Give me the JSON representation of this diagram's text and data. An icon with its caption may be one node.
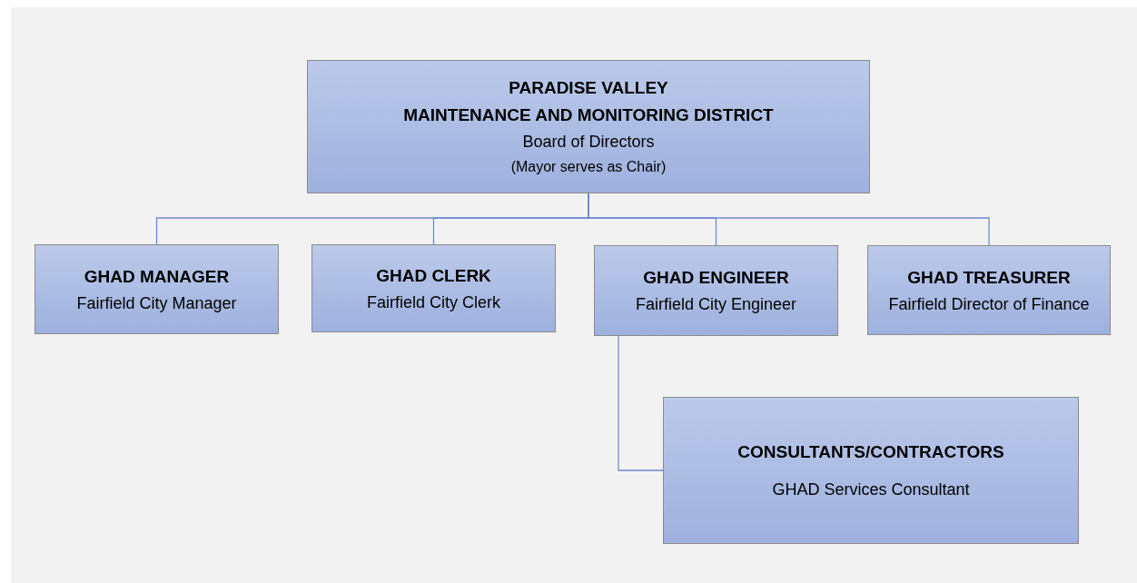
{
  "diagram": {
    "nodes": [
      {
        "text": [
          "PARADISE VALLEY",
          "MAINTENANCE AND MONITORING DISTRICT",
          "Board of Directors",
          "(Mayor serves as Chair)"
        ]
      },
      {
        "text": [
          "GHAD MANAGER",
          "Fairfield City Manager"
        ]
      },
      {
        "text": [
          "GHAD CLERK",
          "Fairfield City Clerk"
        ]
      },
      {
        "text": [
          "GHAD ENGINEER",
          "Fairfield City Engineer"
        ]
      },
      {
        "text": [
          "GHAD TREASURER",
          "Fairfield Director of Finance"
        ]
      },
      {
        "text": [
          "CONSULTANTS/CONTRACTORS",
          "GHAD Services Consultant"
        ]
      }
    ],
    "edges": [
      {
        "from": 0,
        "to": 1,
        "arrow": "none"
      },
      {
        "from": 0,
        "to": 2,
        "arrow": "none"
      },
      {
        "from": 0,
        "to": 3,
        "arrow": "none"
      },
      {
        "from": 0,
        "to": 4,
        "arrow": "none"
      },
      {
        "from": 3,
        "to": 5,
        "arrow": "none"
      }
    ]
  }
}
